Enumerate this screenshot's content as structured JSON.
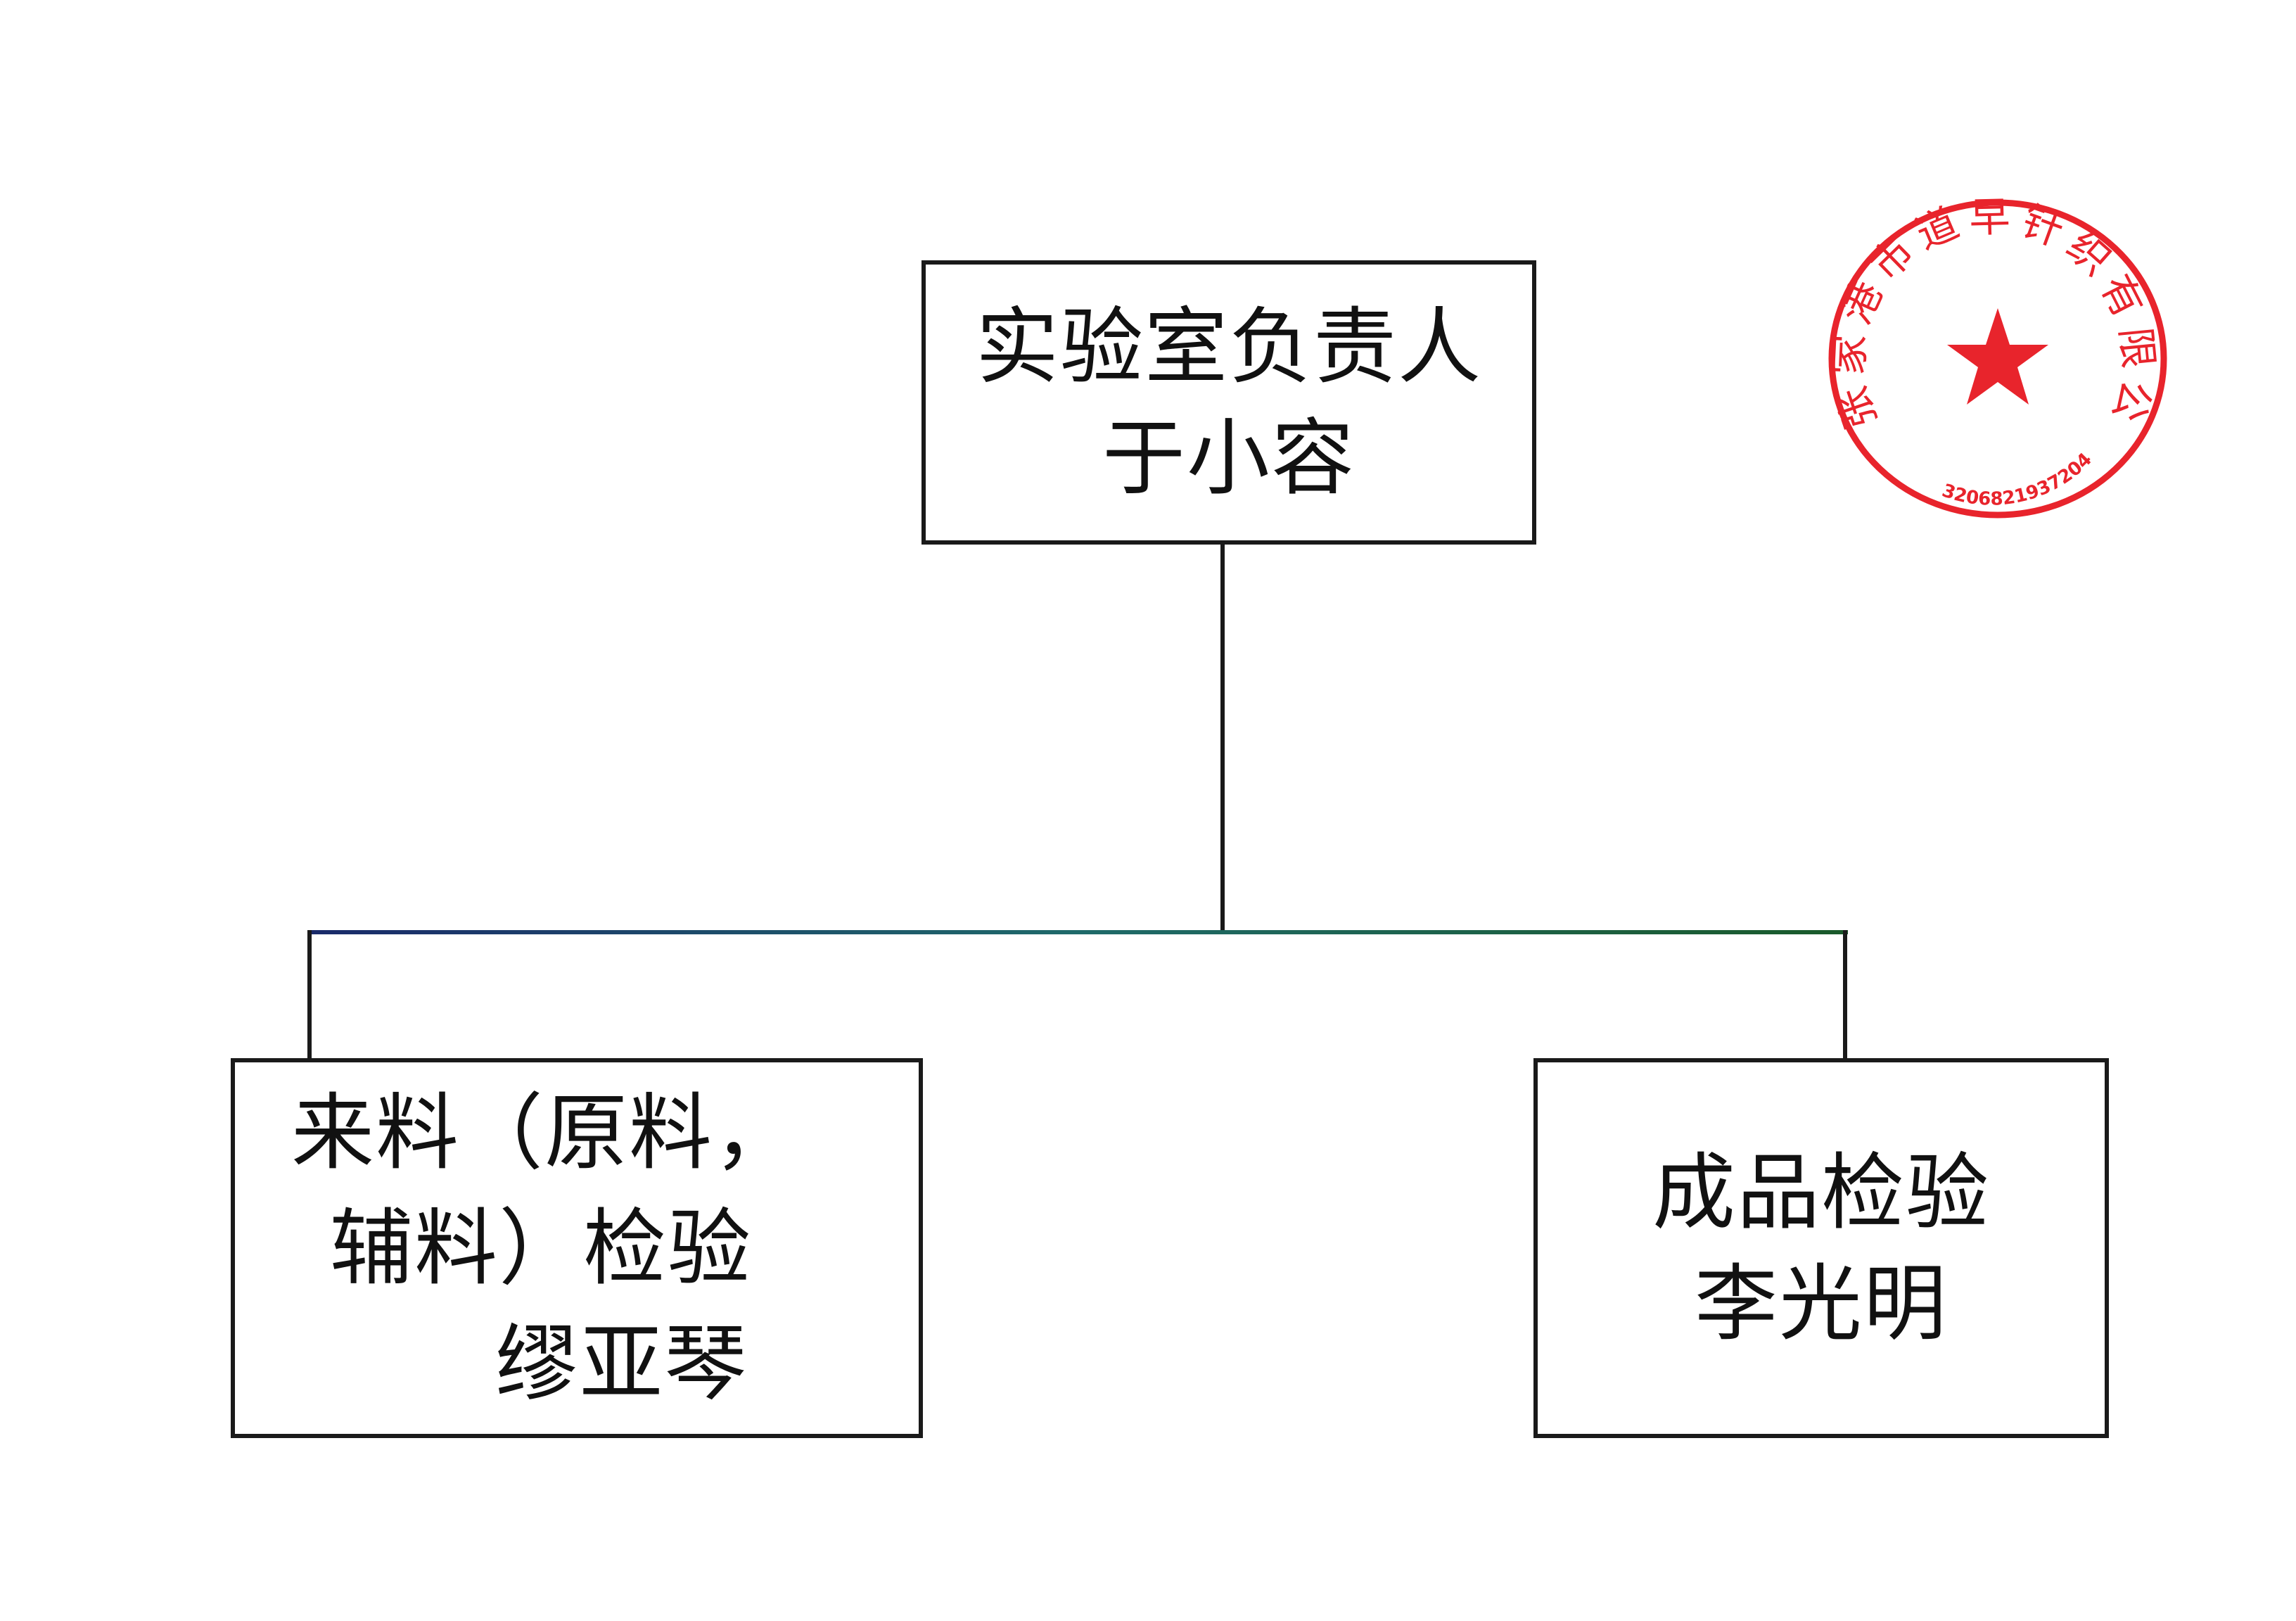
{
  "root": {
    "line1": "实验室负责人",
    "line2": "于小容"
  },
  "children": [
    {
      "line1": "来料（原料，",
      "line2": "辅料）检验",
      "line3": "缪亚琴"
    },
    {
      "line1": "成品检验",
      "line2": "李光明"
    }
  ],
  "stamp": {
    "name": "张家港市道早针织有限公司",
    "code": "3206821937204",
    "color": "#e8242c"
  }
}
